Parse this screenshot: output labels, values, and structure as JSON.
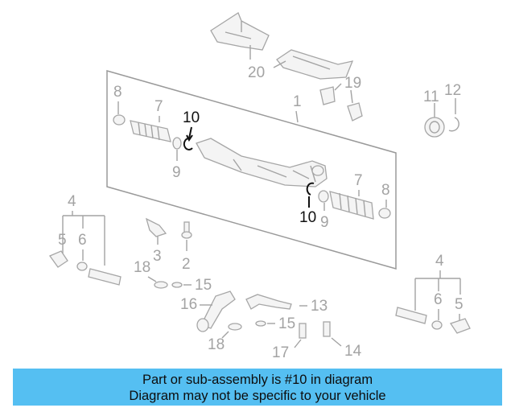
{
  "callouts": {
    "c1": "1",
    "c2": "2",
    "c3": "3",
    "c4_left": "4",
    "c4_right": "4",
    "c5_left": "5",
    "c5_right": "5",
    "c6_left": "6",
    "c6_right": "6",
    "c7_left": "7",
    "c7_right": "7",
    "c8_left": "8",
    "c8_right": "8",
    "c9_left": "9",
    "c9_right": "9",
    "c10_left": "10",
    "c10_right": "10",
    "c11": "11",
    "c12": "12",
    "c13": "13",
    "c14": "14",
    "c15_top": "15",
    "c15_bottom": "15",
    "c16": "16",
    "c17": "17",
    "c18_top": "18",
    "c18_bottom": "18",
    "c19": "19",
    "c20": "20"
  },
  "highlighted_part": "10",
  "highlight_color": "#111111",
  "caption": {
    "line1": "Part or sub-assembly is #10 in diagram",
    "line2": "Diagram may not be specific to your vehicle",
    "background": "#55bff2"
  }
}
